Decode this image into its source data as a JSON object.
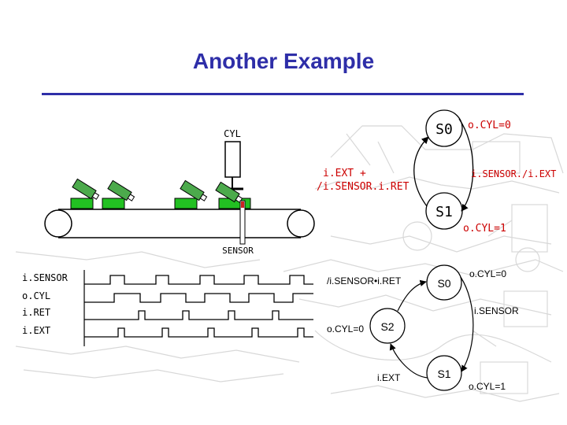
{
  "slide": {
    "title": "Another Example"
  },
  "machine": {
    "cylinder_label": "CYL",
    "sensor_label": "SENSOR"
  },
  "top_fsm": {
    "state_s0": "S0",
    "state_s1": "S1",
    "out_s0": "o.CYL=0",
    "out_s1": "o.CYL=1",
    "guard_left_1": "i.EXT +",
    "guard_left_2": "/i.SENSOR.i.RET",
    "guard_right": "i.SENSOR./i.EXT"
  },
  "timing": {
    "signals": [
      "i.SENSOR",
      "o.CYL",
      "i.RET",
      "i.EXT"
    ]
  },
  "bottom_fsm": {
    "state_s0": "S0",
    "state_s1": "S1",
    "state_s2": "S2",
    "out_s0": "o.CYL=0",
    "out_s1": "o.CYL=1",
    "out_s2": "o.CYL=0",
    "guard_s2_s0": "/i.SENSOR•i.RET",
    "guard_s0_s1": "i.SENSOR",
    "guard_s1_s2": "i.EXT"
  },
  "colors": {
    "title": "#2e2ea8",
    "red_text": "#cc0000",
    "box_green": "#22c022",
    "gate_green": "#4caa4c",
    "sensor_red": "#cc2222",
    "background_sketch": "#d8d8d8"
  }
}
